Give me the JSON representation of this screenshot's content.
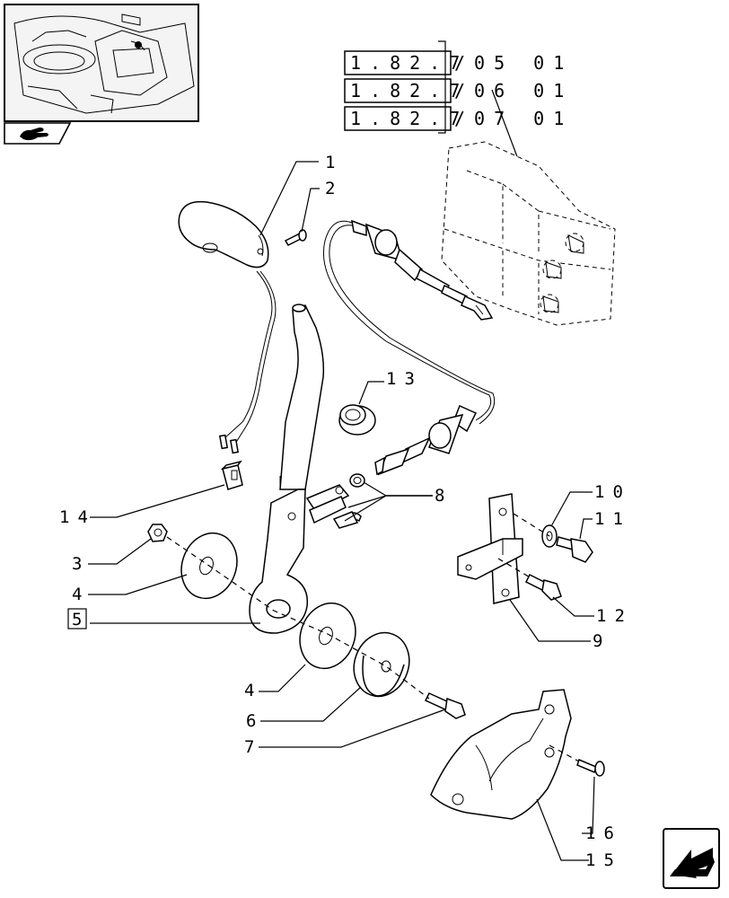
{
  "thumbnail": {
    "icon": "tractor-cab-icon"
  },
  "nav": {
    "section_icon": "hand-icon",
    "next_icon": "arrow-down-left-icon"
  },
  "references": [
    {
      "code": "1.82.7",
      "suffix": "/05  01"
    },
    {
      "code": "1.82.7",
      "suffix": "/06  01"
    },
    {
      "code": "1.82.7",
      "suffix": "/07  01"
    }
  ],
  "callouts": {
    "c1": "1",
    "c2": "2",
    "c3": "3",
    "c4a": "4",
    "c4b": "4",
    "c5": "5",
    "c6": "6",
    "c7": "7",
    "c8": "8",
    "c9": "9",
    "c10": "10",
    "c11": "11",
    "c12": "12",
    "c13": "13",
    "c14": "14",
    "c15": "15",
    "c16": "16"
  }
}
